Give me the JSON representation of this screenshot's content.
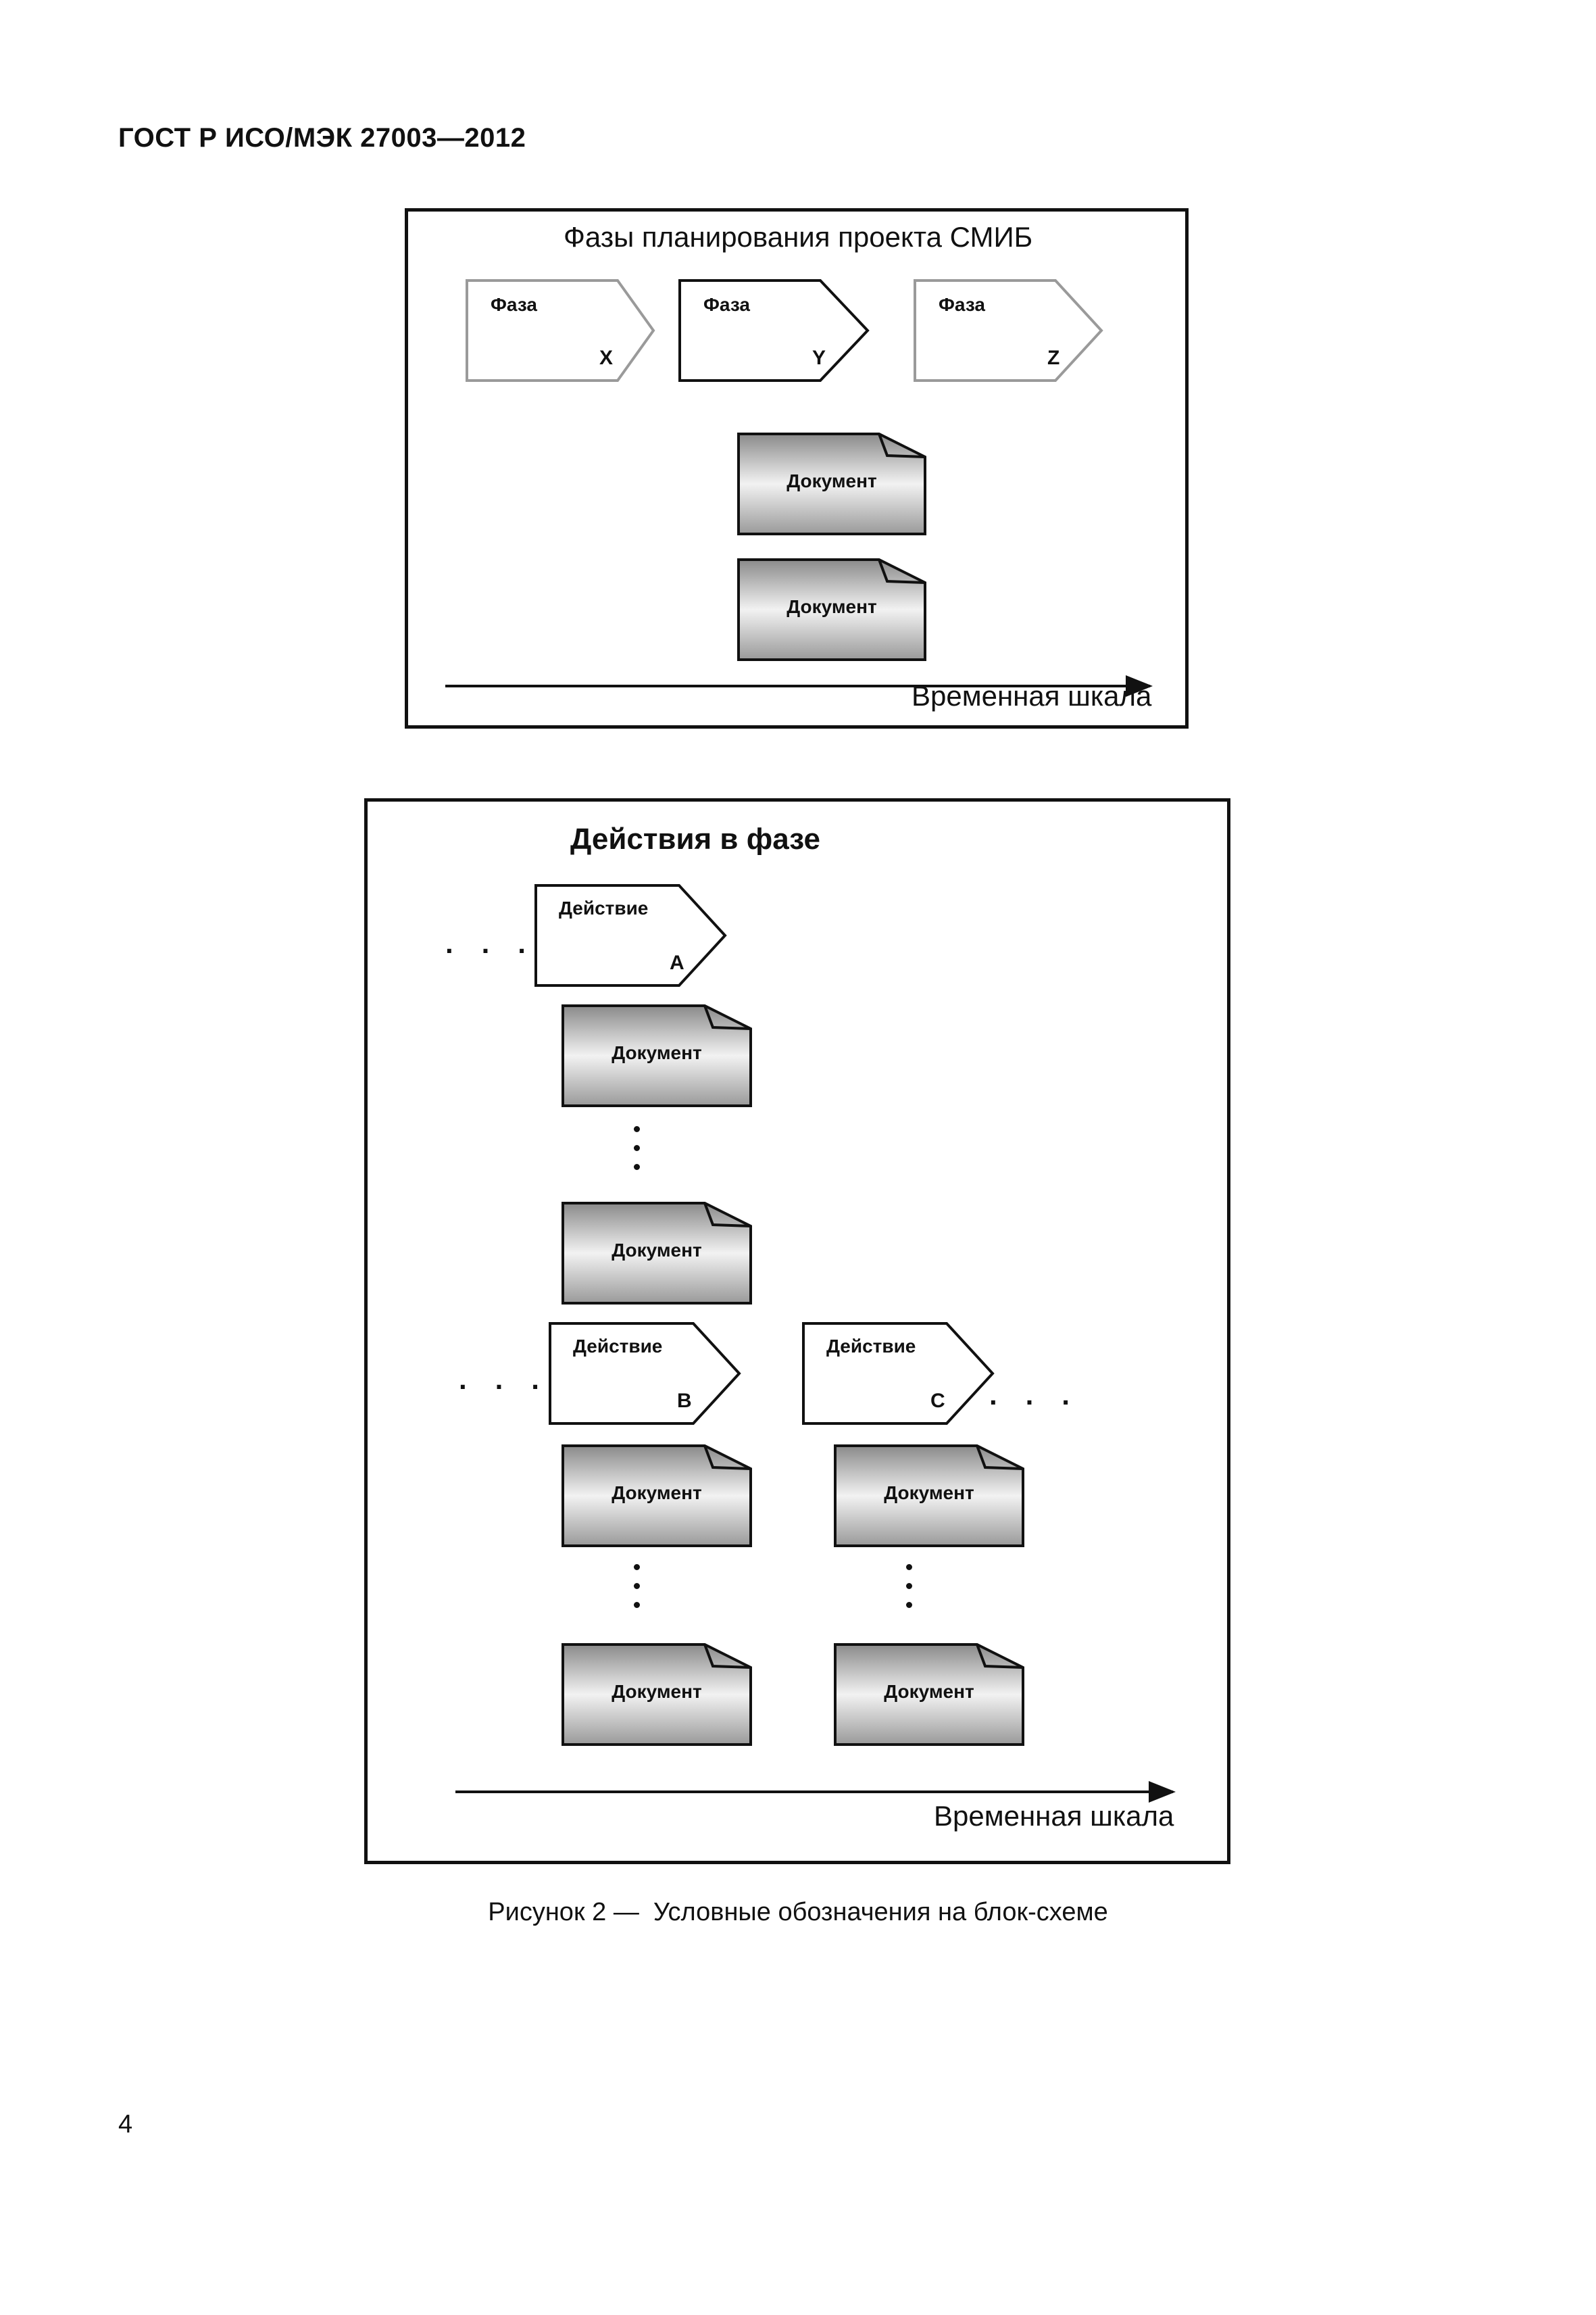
{
  "header": {
    "doc_id": "ГОСТ Р ИСО/МЭК 27003—2012"
  },
  "top_diagram": {
    "title": "Фазы планирования проекта СМИБ",
    "phases": [
      {
        "label": "Фаза",
        "letter": "X",
        "style": "inactive"
      },
      {
        "label": "Фаза",
        "letter": "Y",
        "style": "active"
      },
      {
        "label": "Фаза",
        "letter": "Z",
        "style": "inactive"
      }
    ],
    "documents": [
      "Документ",
      "Документ"
    ],
    "timeline_label": "Временная шкала"
  },
  "bottom_diagram": {
    "title": "Действия в фазе",
    "activities": [
      {
        "label": "Действие",
        "letter": "A"
      },
      {
        "label": "Действие",
        "letter": "B"
      },
      {
        "label": "Действие",
        "letter": "C"
      }
    ],
    "documents": [
      "Документ",
      "Документ",
      "Документ",
      "Документ",
      "Документ",
      "Документ"
    ],
    "ellipsis": "· · ·",
    "timeline_label": "Временная шкала"
  },
  "caption": "Рисунок 2 —  Условные обозначения на блок-схеме",
  "page_number": "4",
  "colors": {
    "ink": "#111111",
    "inactive_outline": "#999999",
    "doc_gradient_top": "#8a8a8a",
    "doc_gradient_mid": "#f2f2f2",
    "doc_gradient_bottom": "#9a9a9a"
  }
}
